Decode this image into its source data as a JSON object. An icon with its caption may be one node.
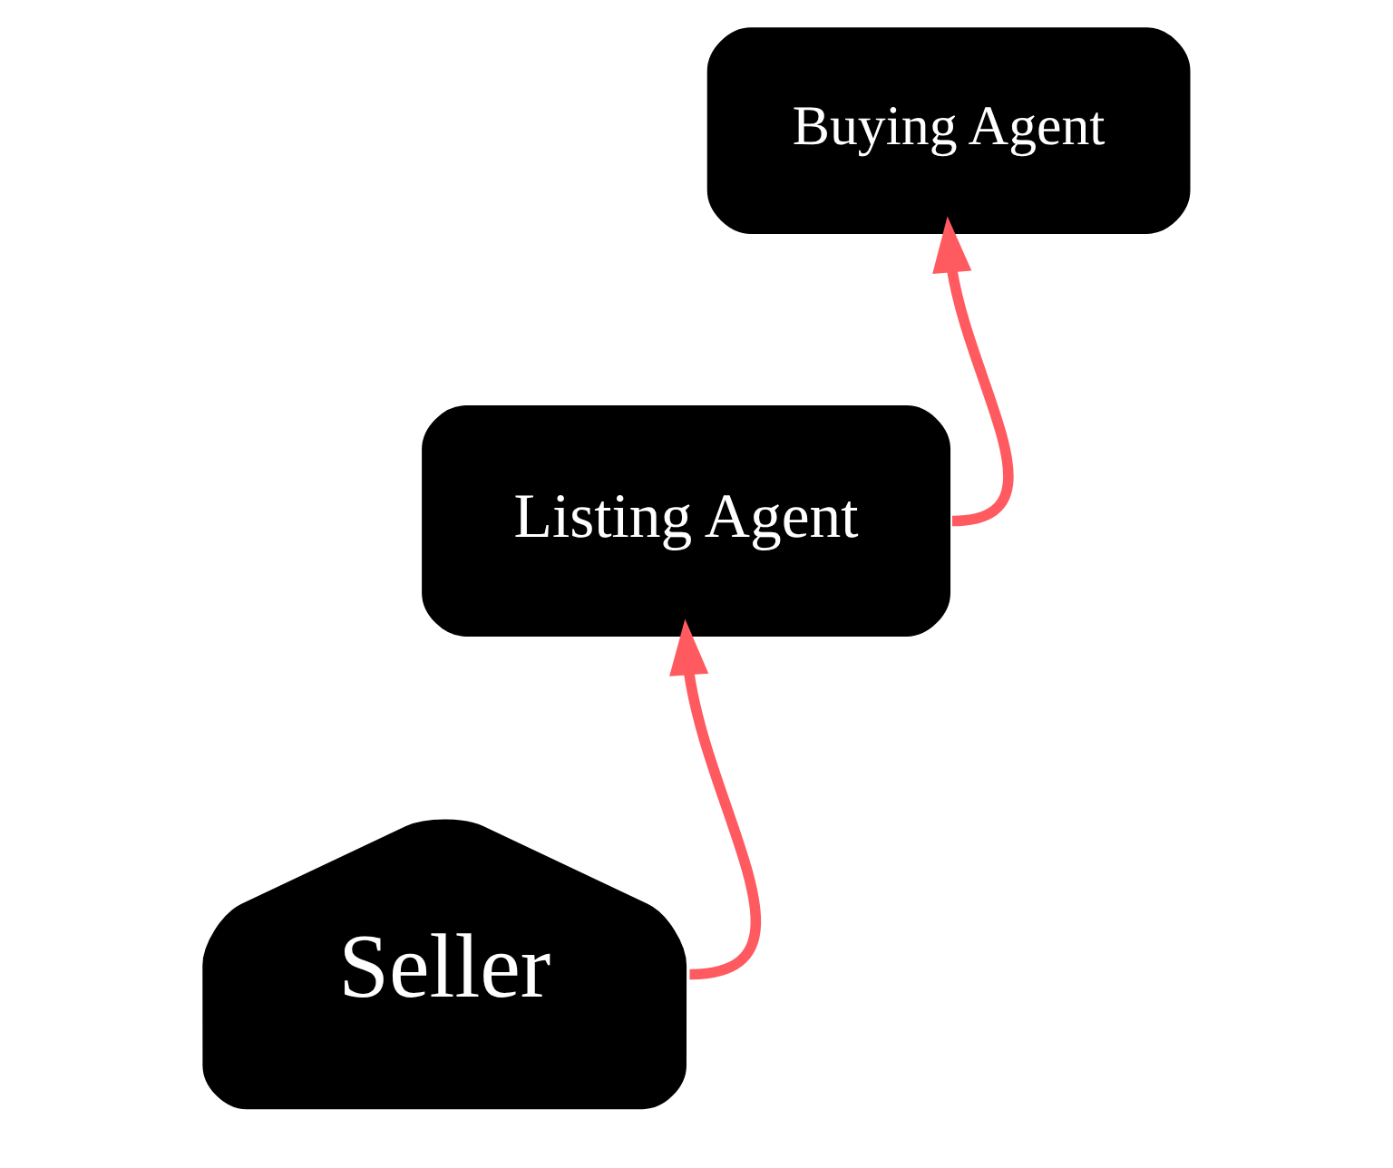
{
  "diagram": {
    "nodes": [
      {
        "text": [
          "Seller"
        ]
      },
      {
        "text": [
          "Listing Agent"
        ]
      },
      {
        "text": [
          "Buying Agent"
        ]
      }
    ],
    "edges": [
      {
        "from": 0,
        "to": 1,
        "arrow": "to"
      },
      {
        "from": 1,
        "to": 2,
        "arrow": "to"
      }
    ]
  }
}
